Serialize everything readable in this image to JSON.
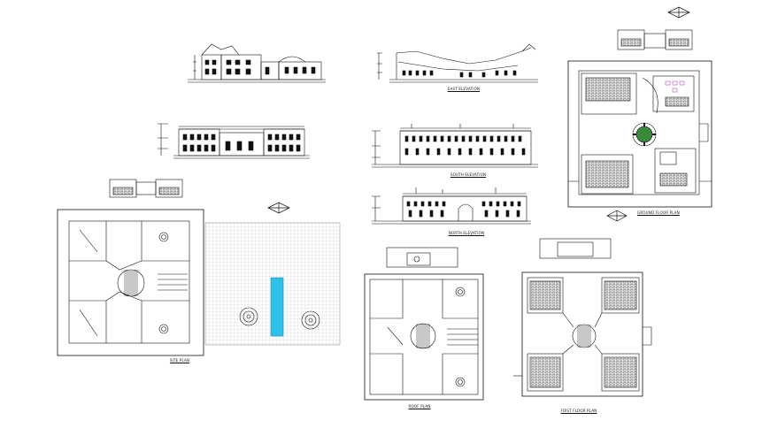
{
  "drawing": {
    "labels": {
      "east_elevation": "EAST ELEVATION",
      "south_elevation": "SOUTH ELEVATION",
      "north_elevation": "NORTH ELEVATION",
      "ground_floor_plan": "GROUND FLOOR PLAN",
      "first_floor_plan": "FIRST FLOOR PLAN",
      "roof_plan": "ROOF PLAN",
      "site_plan": "SITE PLAN"
    },
    "colors": {
      "line": "#111111",
      "water_channel": "#2ec0e8",
      "paving": "#c8c8c8",
      "accent_magenta": "#c04cc0"
    }
  }
}
